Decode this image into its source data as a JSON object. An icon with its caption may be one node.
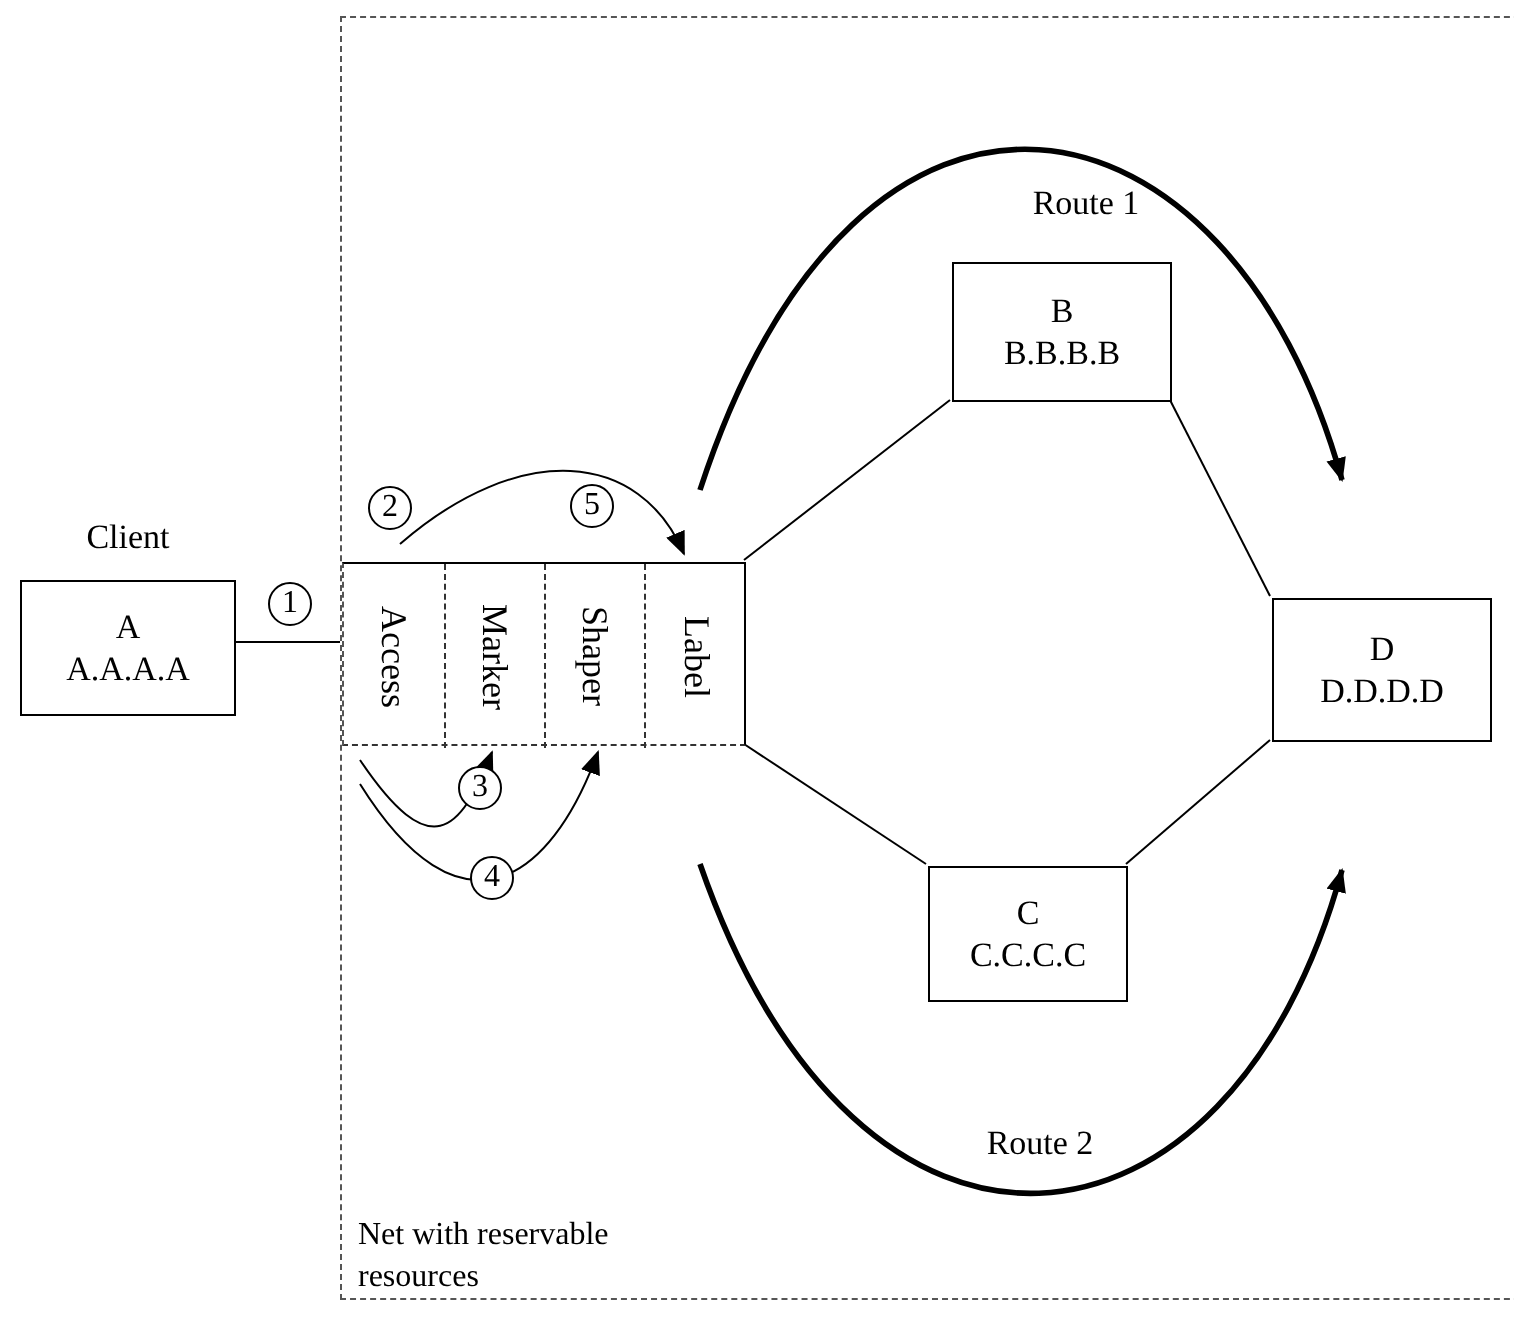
{
  "diagram": {
    "nodes": [
      {
        "text": [
          "Net with reservable resources"
        ]
      },
      {
        "text": [
          "A",
          "A.A.A.A"
        ],
        "beside": [
          "Client"
        ]
      },
      {
        "text": [],
        "shape": "box",
        "in": 0
      },
      {
        "text": [
          "Access"
        ],
        "in": 2
      },
      {
        "text": [
          "Marker"
        ],
        "in": 2
      },
      {
        "text": [
          "Shaper"
        ],
        "in": 2
      },
      {
        "text": [
          "Label"
        ],
        "in": 2
      },
      {
        "text": [
          "B",
          "B.B.B.B"
        ],
        "in": 0
      },
      {
        "text": [
          "C",
          "C.C.C.C"
        ],
        "in": 0
      },
      {
        "text": [
          "D",
          "D.D.D.D"
        ],
        "in": 0
      }
    ],
    "edges": [
      {
        "from": 1,
        "to": 3,
        "arrow": "none"
      },
      {
        "from": 2,
        "to": 7,
        "arrow": "none"
      },
      {
        "from": 2,
        "to": 8,
        "arrow": "none"
      },
      {
        "from": 7,
        "to": 9,
        "arrow": "none"
      },
      {
        "from": 8,
        "to": 9,
        "arrow": "none"
      },
      {
        "from": 3,
        "to": 6,
        "arrow": "to"
      },
      {
        "from": 3,
        "to": 4,
        "arrow": "to"
      },
      {
        "from": 3,
        "to": 5,
        "arrow": "to"
      },
      {
        "from": 2,
        "to": 9,
        "arrow": "to",
        "style": "thick"
      },
      {
        "from": 2,
        "to": 9,
        "arrow": "to",
        "style": "thick"
      }
    ],
    "labels": [
      "Route 1",
      "2",
      "5",
      "1",
      "3",
      "4",
      "Route 2"
    ]
  }
}
